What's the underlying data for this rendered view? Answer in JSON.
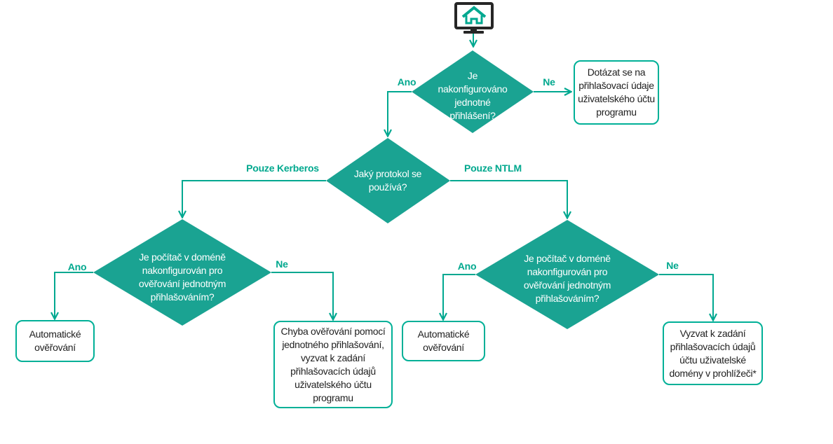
{
  "colors": {
    "accent_teal": "#00a890",
    "diamond_fill": "#1aa392",
    "box_border": "#00b097",
    "icon_dark": "#262626",
    "box_text": "#1f1f1f"
  },
  "flowchart": {
    "start_icon": "monitor-home-icon",
    "decisions": {
      "sso_configured": "Je\nnakonfigurováno\njednotné\npřihlášení?",
      "protocol": "Jaký protokol se\npoužívá?",
      "kerberos_domain_sso": "Je počítač v doméně\nnakonfigurován pro\nověřování jednotným\npřihlašováním?",
      "ntlm_domain_sso": "Je počítač v doméně\nnakonfigurován pro\nověřování jednotným\npřihlašováním?"
    },
    "results": {
      "ask_credentials": "Dotázat se na\npřihlašovací údaje\nuživatelského účtu\nprogramu",
      "auto_auth_kerberos": "Automatické\nověřování",
      "sso_error": "Chyba ověřování pomocí\njednotného přihlašování,\nvyzvat k zadání\npřihlašovacích údajů\nuživatelského účtu\nprogramu",
      "auto_auth_ntlm": "Automatické\nověřování",
      "prompt_domain_credentials": "Vyzvat k zadání\npřihlašovacích údajů\núčtu uživatelské\ndomény v prohlížeči*"
    },
    "edge_labels": {
      "sso_yes": "Ano",
      "sso_no": "Ne",
      "protocol_kerberos": "Pouze Kerberos",
      "protocol_ntlm": "Pouze NTLM",
      "kerberos_yes": "Ano",
      "kerberos_no": "Ne",
      "ntlm_yes": "Ano",
      "ntlm_no": "Ne"
    }
  }
}
